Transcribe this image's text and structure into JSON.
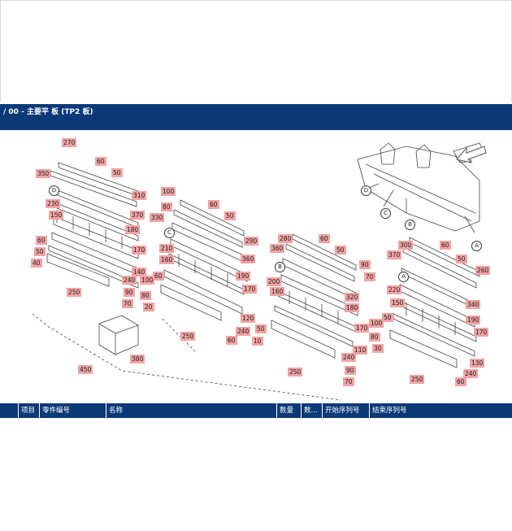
{
  "title": "/ 00 - 主要平 板 (TP2 板)",
  "diagram": {
    "callouts": [
      "270",
      "60",
      "50",
      "350",
      "310",
      "370",
      "230",
      "150",
      "180",
      "60",
      "50",
      "40",
      "170",
      "140",
      "240",
      "100",
      "90",
      "250",
      "70",
      "80",
      "20",
      "100",
      "80",
      "330",
      "60",
      "50",
      "290",
      "210",
      "160",
      "360",
      "190",
      "170",
      "60",
      "120",
      "250",
      "240",
      "60",
      "10",
      "50",
      "280",
      "60",
      "360",
      "50",
      "90",
      "70",
      "200",
      "160",
      "320",
      "180",
      "170",
      "110",
      "240",
      "90",
      "250",
      "70",
      "300",
      "60",
      "370",
      "50",
      "260",
      "220",
      "150",
      "340",
      "190",
      "170",
      "100",
      "50",
      "80",
      "30",
      "130",
      "240",
      "250",
      "60",
      "450",
      "380"
    ],
    "view_markers": [
      "D",
      "C",
      "B",
      "A"
    ]
  },
  "table": {
    "columns": [
      "项目",
      "零件编号",
      "名称",
      "数量",
      "数...",
      "开始序列号",
      "结束序列号"
    ]
  }
}
